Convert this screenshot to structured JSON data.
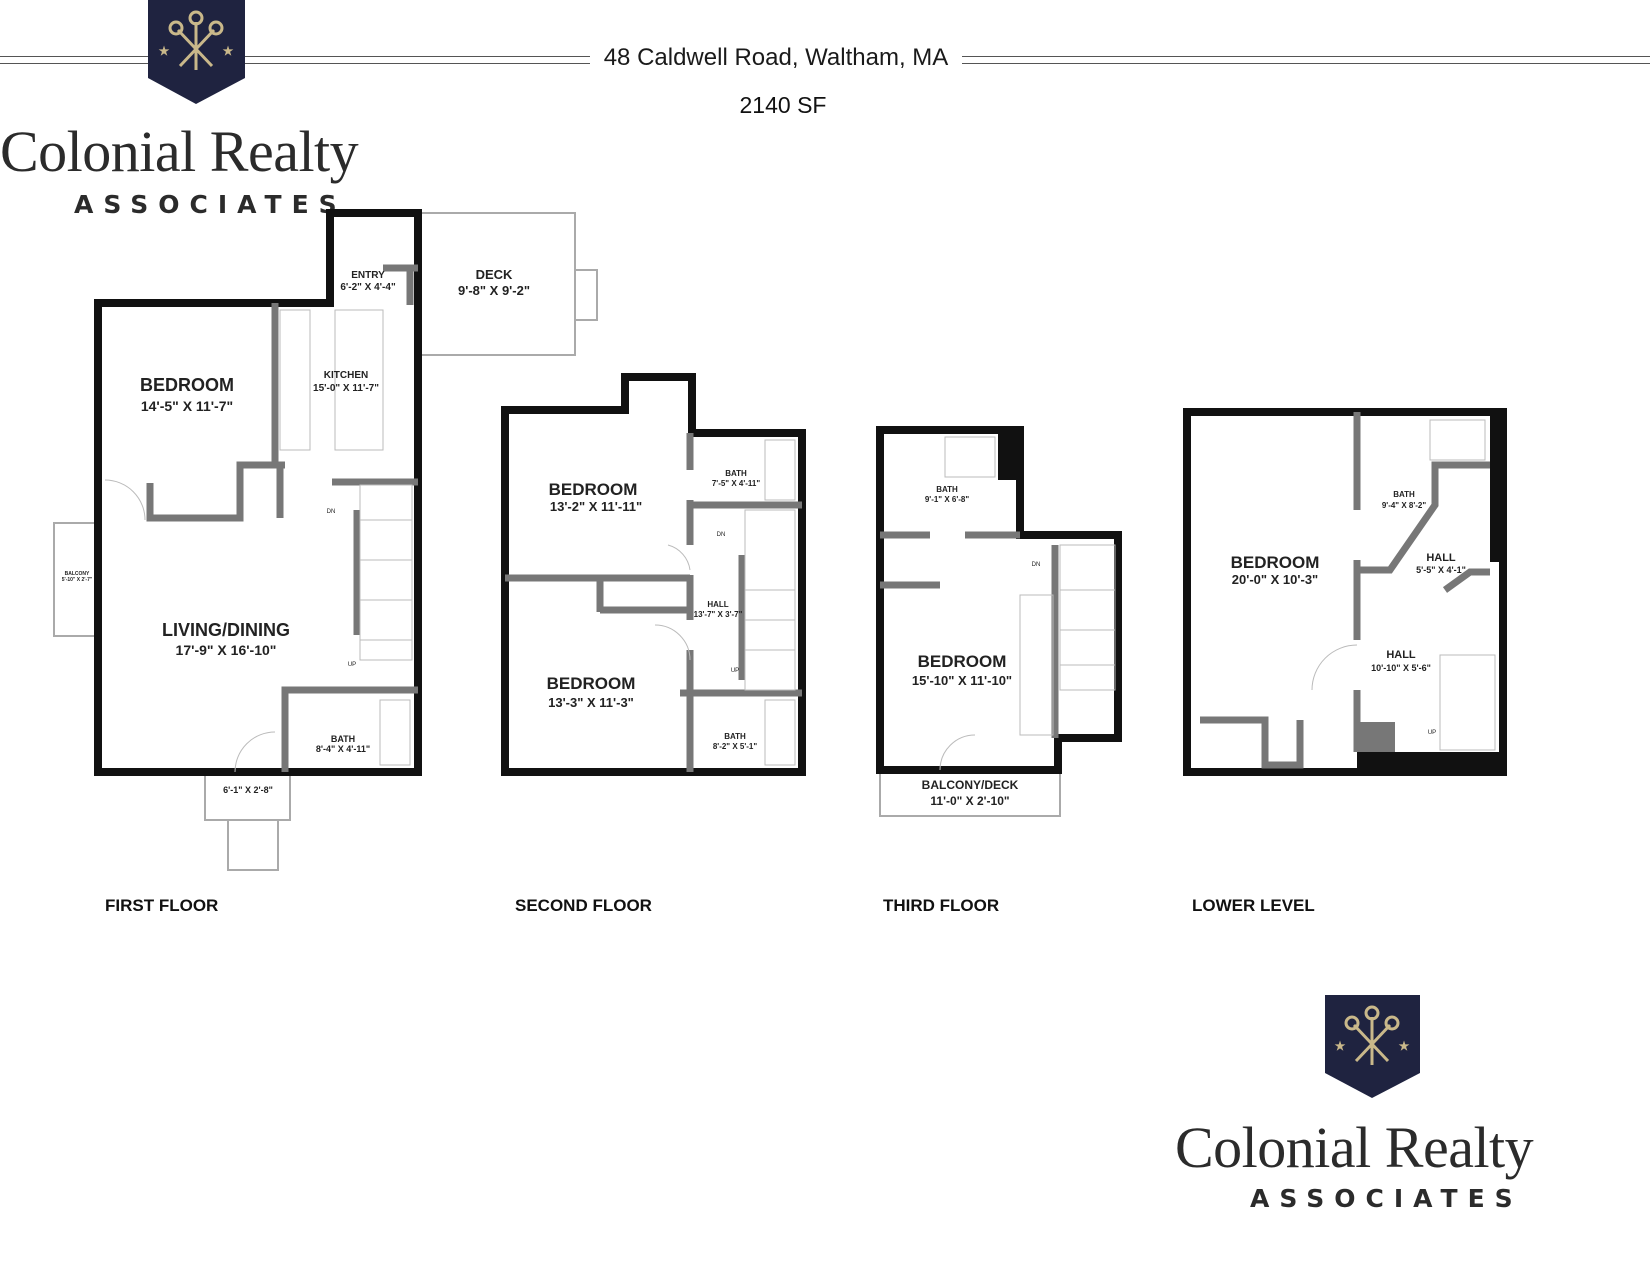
{
  "header": {
    "address": "48 Caldwell Road, Waltham, MA",
    "square_feet": "2140 SF"
  },
  "brand": {
    "name": "Colonial Realty",
    "subtitle": "ASSOCIATES",
    "colors": {
      "shield": "#1f2340",
      "emblem": "#c9b88a"
    }
  },
  "floors": {
    "first": {
      "label": "FIRST FLOOR",
      "rooms": {
        "bedroom": {
          "name": "BEDROOM",
          "size": "14'-5\" X 11'-7\""
        },
        "kitchen": {
          "name": "KITCHEN",
          "size": "15'-0\" X 11'-7\""
        },
        "entry": {
          "name": "ENTRY",
          "size": "6'-2\" X 4'-4\""
        },
        "deck": {
          "name": "DECK",
          "size": "9'-8\" X 9'-2\""
        },
        "balcony": {
          "name": "BALCONY",
          "size": "5'-10\" X 2'-7\""
        },
        "living": {
          "name": "LIVING/DINING",
          "size": "17'-9\" X 16'-10\""
        },
        "bath": {
          "name": "BATH",
          "size": "8'-4\" X 4'-11\""
        },
        "stoop": {
          "size": "6'-1\" X 2'-8\""
        }
      },
      "stair_dn": "DN",
      "stair_up": "UP"
    },
    "second": {
      "label": "SECOND FLOOR",
      "rooms": {
        "bedroom1": {
          "name": "BEDROOM",
          "size": "13'-2\" X 11'-11\""
        },
        "bath1": {
          "name": "BATH",
          "size": "7'-5\" X 4'-11\""
        },
        "hall": {
          "name": "HALL",
          "size": "13'-7\" X 3'-7\""
        },
        "bedroom2": {
          "name": "BEDROOM",
          "size": "13'-3\" X 11'-3\""
        },
        "bath2": {
          "name": "BATH",
          "size": "8'-2\" X 5'-1\""
        }
      },
      "stair_dn": "DN",
      "stair_up": "UP"
    },
    "third": {
      "label": "THIRD FLOOR",
      "rooms": {
        "bath": {
          "name": "BATH",
          "size": "9'-1\" X 6'-8\""
        },
        "bedroom": {
          "name": "BEDROOM",
          "size": "15'-10\" X 11'-10\""
        },
        "balcony": {
          "name": "BALCONY/DECK",
          "size": "11'-0\" X 2'-10\""
        }
      },
      "stair_dn": "DN"
    },
    "lower": {
      "label": "LOWER LEVEL",
      "rooms": {
        "bedroom": {
          "name": "BEDROOM",
          "size": "20'-0\" X 10'-3\""
        },
        "bath": {
          "name": "BATH",
          "size": "9'-4\" X 8'-2\""
        },
        "hall1": {
          "name": "HALL",
          "size": "5'-5\" X 4'-1\""
        },
        "hall2": {
          "name": "HALL",
          "size": "10'-10\" X 5'-6\""
        }
      },
      "stair_up": "UP"
    }
  }
}
